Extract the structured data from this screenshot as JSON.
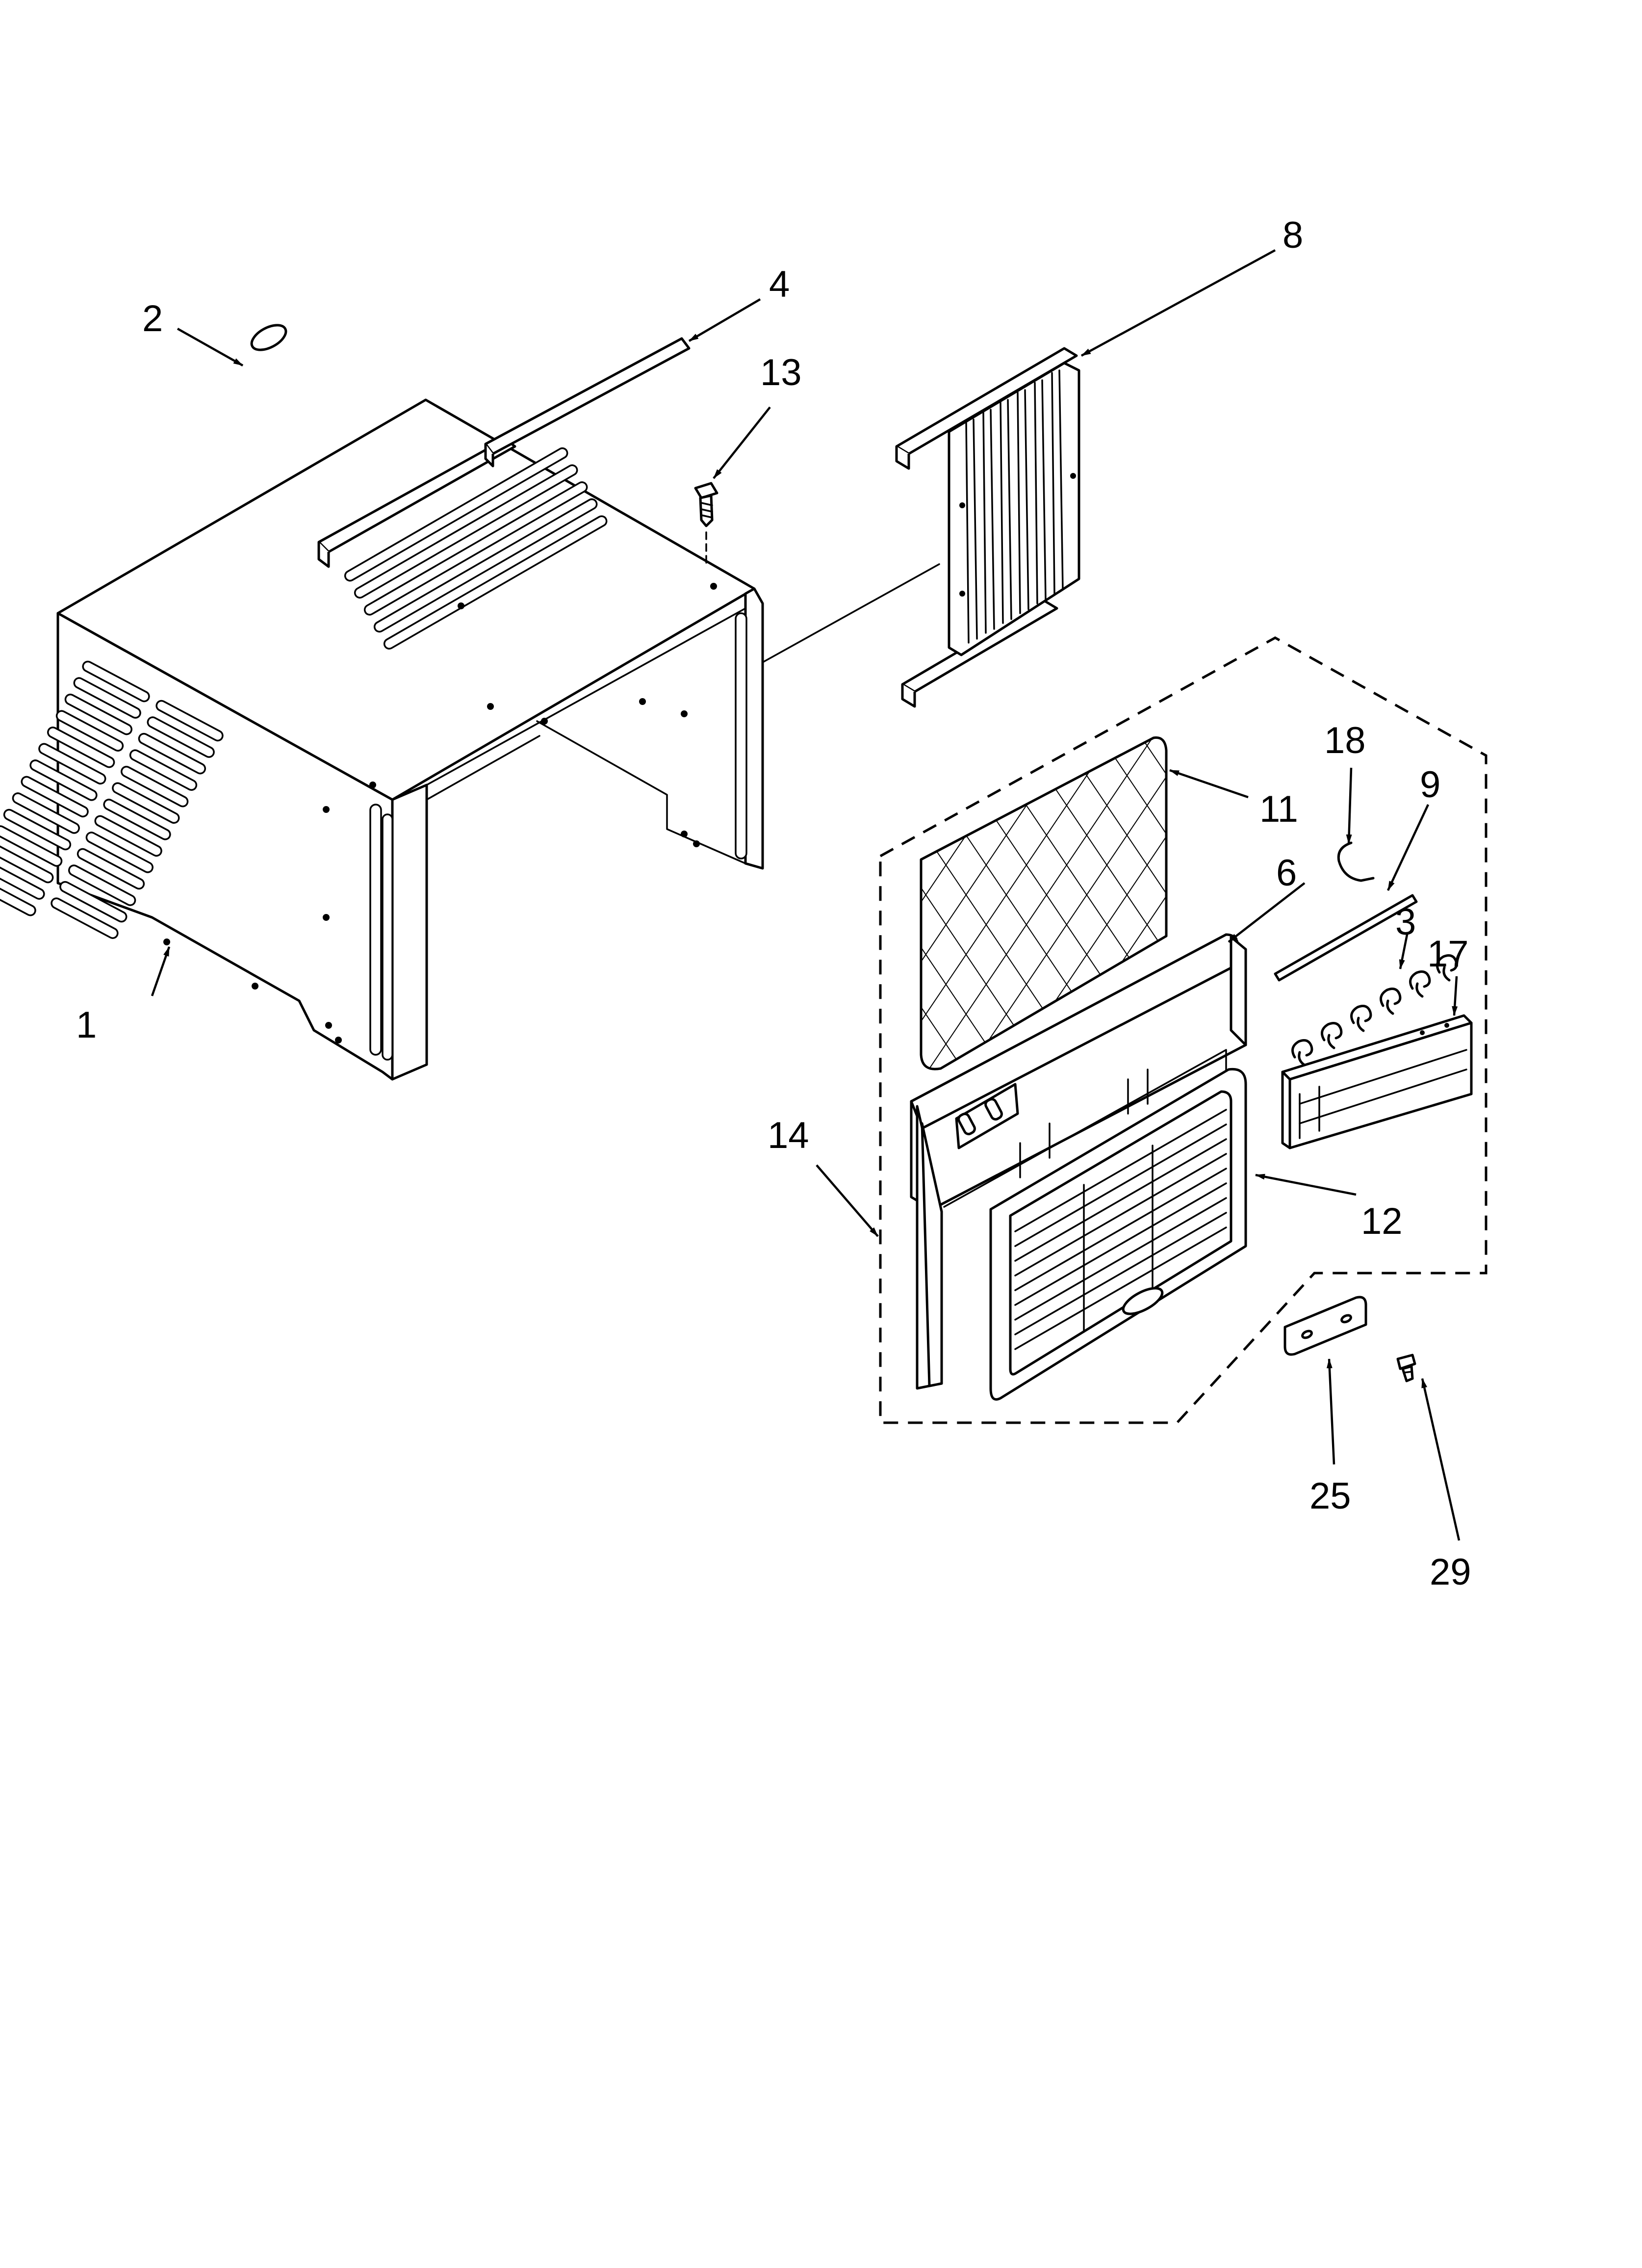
{
  "labels": {
    "p1": "1",
    "p2": "2",
    "p3": "3",
    "p4": "4",
    "p6": "6",
    "p8": "8",
    "p9": "9",
    "p11": "11",
    "p12": "12",
    "p13": "13",
    "p14": "14",
    "p17": "17",
    "p18": "18",
    "p25": "25",
    "p29": "29"
  }
}
